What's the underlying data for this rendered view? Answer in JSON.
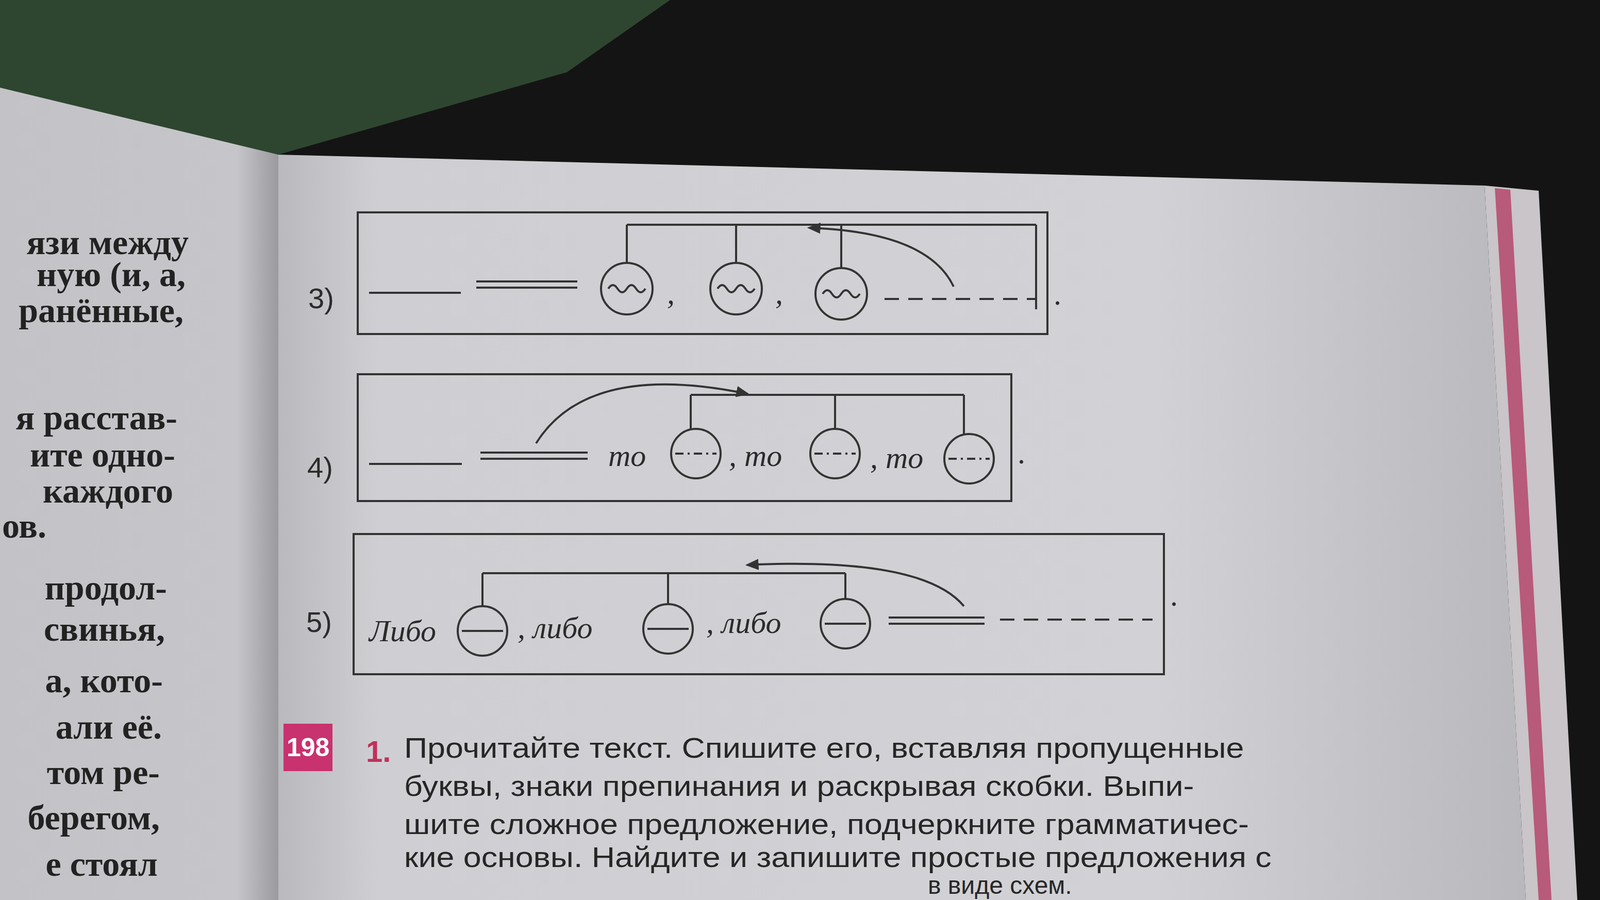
{
  "diagram": {
    "nodes": [
      {
        "text": [
          ",",
          ","
        ]
      },
      {
        "text": [
          "то",
          ", то",
          ", то"
        ]
      },
      {
        "text": [
          "Либо",
          ", либо",
          ", либо"
        ]
      }
    ],
    "labels": [
      "3)",
      "4)",
      "5)",
      ".",
      ".",
      ".",
      "язи между",
      "ную (и, а,",
      "ранённые,",
      "я расстав-",
      "ите одно-",
      "каждого",
      "ов.",
      "продол-",
      "свинья,",
      "а, кото-",
      "али её.",
      "том ре-",
      "берегом,",
      "е стоял",
      "198",
      "1.",
      "Прочитайте текст. Спишите его, вставляя пропущенные",
      "буквы, знаки препинания и раскрывая скобки. Выпи-",
      "шите сложное предложение, подчеркните грамматичес-",
      "кие основы. Найдите и запишите простые предложения с",
      "в виде схем."
    ]
  }
}
